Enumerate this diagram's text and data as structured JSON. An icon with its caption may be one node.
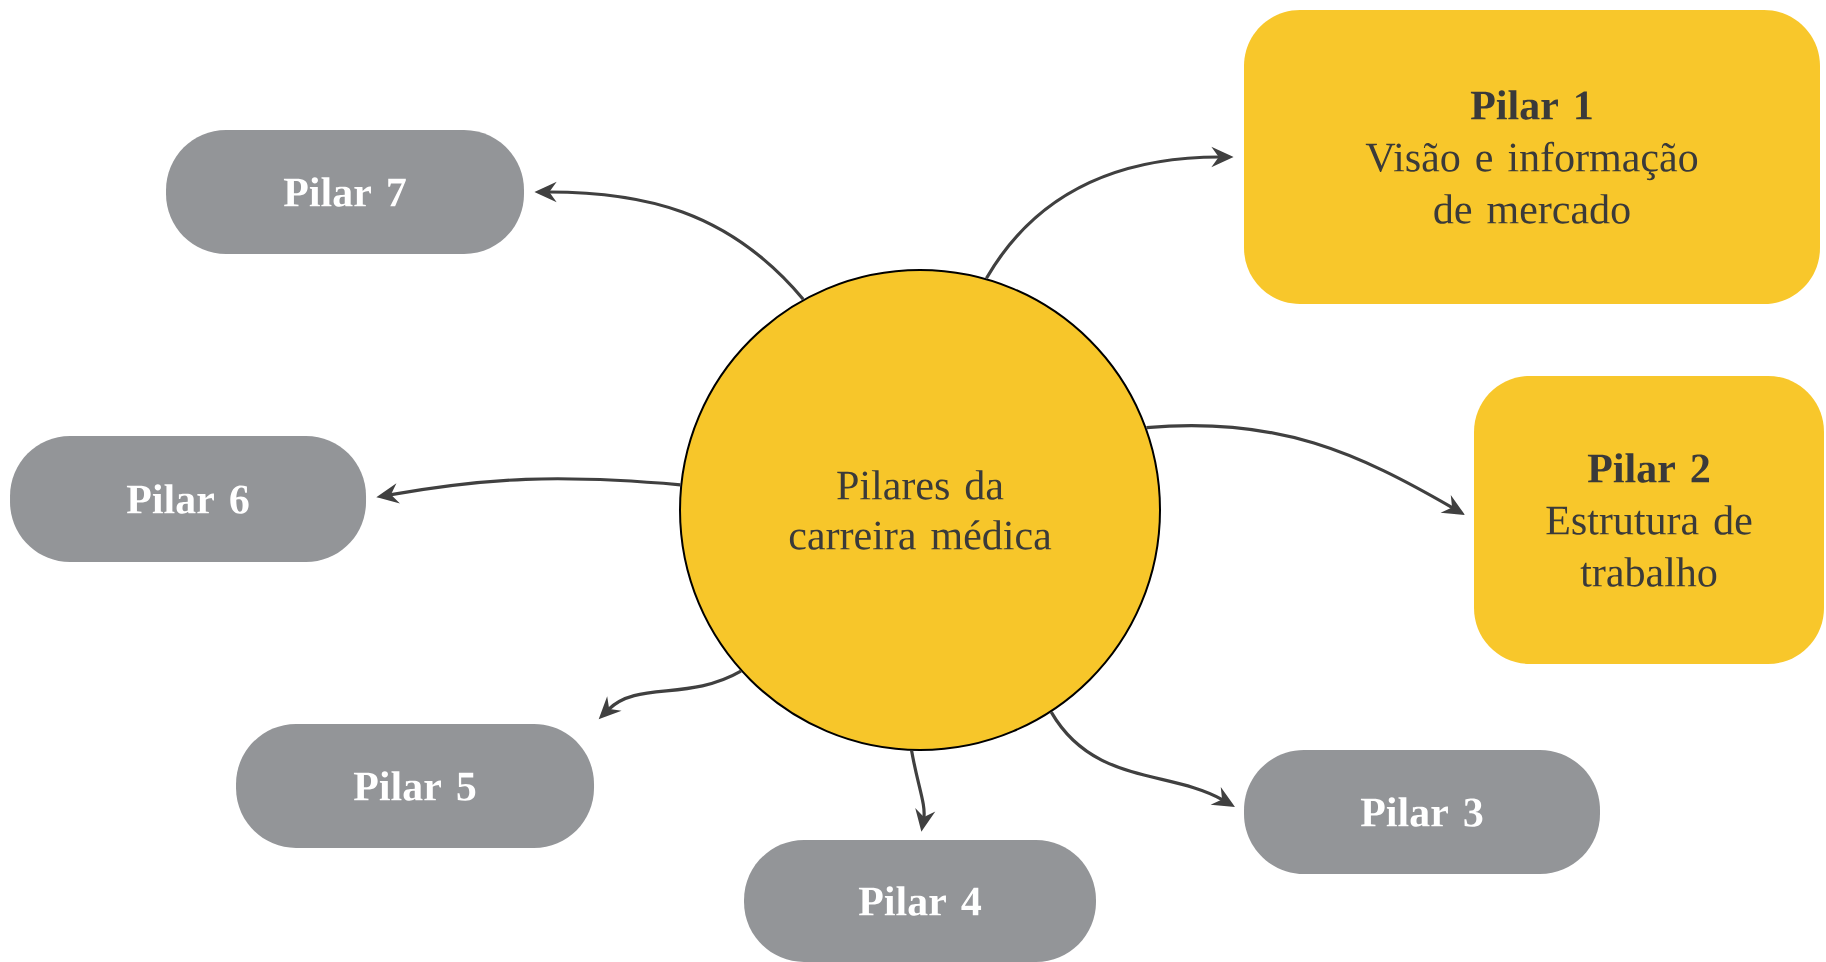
{
  "diagram": {
    "nodes": [
      {
        "text": [
          "Pilares da carreira médica"
        ]
      },
      {
        "text": [
          "Pilar 1",
          "Visão e informação de mercado"
        ]
      },
      {
        "text": [
          "Pilar 2",
          "Estrutura de trabalho"
        ]
      },
      {
        "text": [
          "Pilar 3"
        ]
      },
      {
        "text": [
          "Pilar 4"
        ]
      },
      {
        "text": [
          "Pilar 5"
        ]
      },
      {
        "text": [
          "Pilar 6"
        ]
      },
      {
        "text": [
          "Pilar 7"
        ]
      }
    ],
    "edges": [
      {
        "from": 0,
        "to": 1,
        "arrow": "to"
      },
      {
        "from": 0,
        "to": 2,
        "arrow": "to"
      },
      {
        "from": 0,
        "to": 3,
        "arrow": "to"
      },
      {
        "from": 0,
        "to": 4,
        "arrow": "to"
      },
      {
        "from": 0,
        "to": 5,
        "arrow": "to"
      },
      {
        "from": 0,
        "to": 6,
        "arrow": "to"
      },
      {
        "from": 0,
        "to": 7,
        "arrow": "to"
      }
    ]
  }
}
